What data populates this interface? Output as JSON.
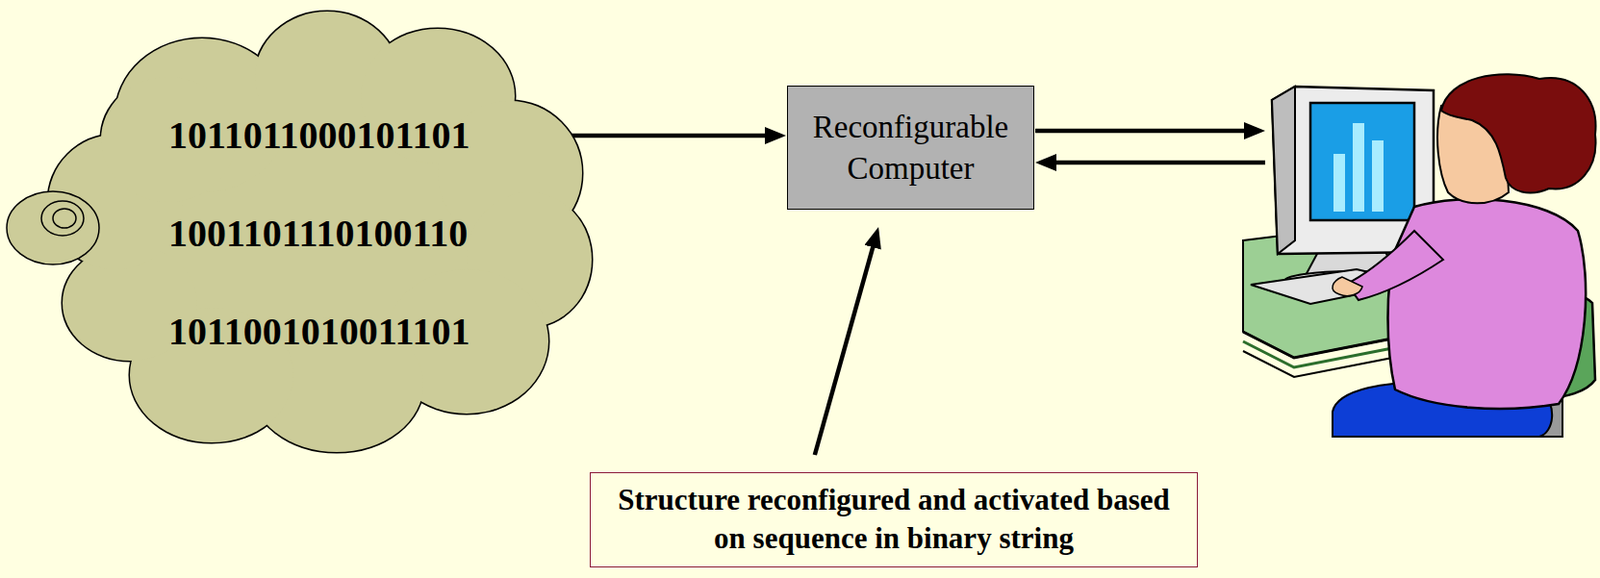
{
  "diagram": {
    "nodes": [
      {
        "text": [
          "1011011000101101",
          "1001101110100110",
          "1011001010011101"
        ]
      },
      {
        "text": [
          "Reconfigurable Computer"
        ]
      },
      {
        "text": [
          "Structure reconfigured and activated based on sequence in binary string"
        ]
      }
    ],
    "edges": [
      {
        "from": 0,
        "to": 1,
        "arrow": "to"
      },
      {
        "from": 2,
        "to": 1,
        "arrow": "to"
      }
    ]
  }
}
